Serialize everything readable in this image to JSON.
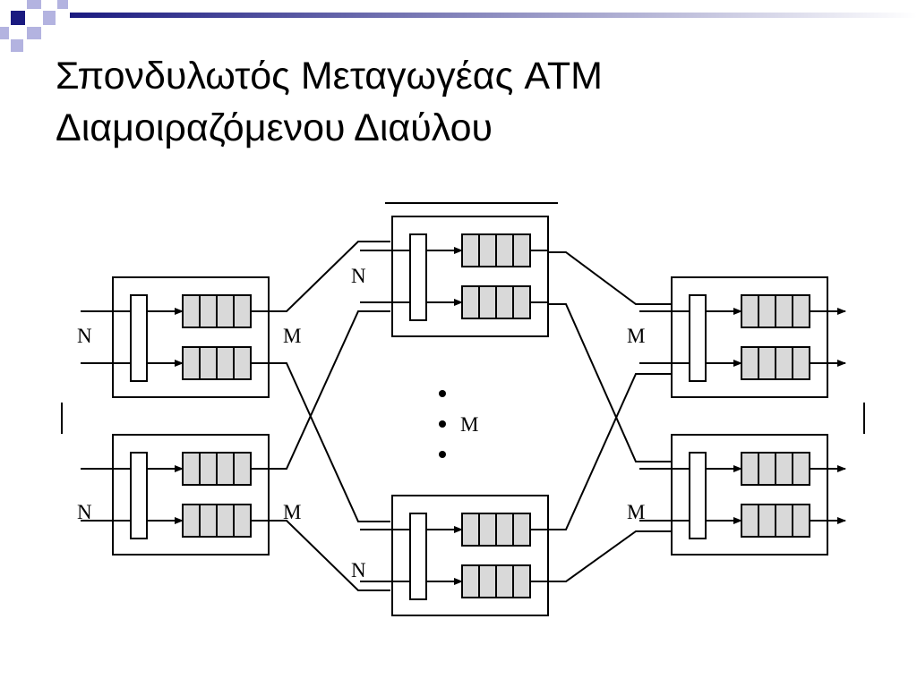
{
  "slide": {
    "title_line1": "Σπονδυλωτός Μεταγωγέας ATM",
    "title_line2": "Διαμοιραζόμενου Διαύλου"
  },
  "diagram": {
    "labels": {
      "input_left_top": "N",
      "input_left_bottom": "N",
      "output_left_top": "M",
      "output_left_bottom": "M",
      "input_center_top": "N",
      "input_center_bottom": "N",
      "center_count": "M",
      "input_right_top": "M",
      "input_right_bottom": "M"
    },
    "colors": {
      "stroke": "#000000",
      "queue_fill": "#d9d9d9",
      "deco_navy": "#1a1a80",
      "deco_light": "#b3b3e0"
    }
  }
}
